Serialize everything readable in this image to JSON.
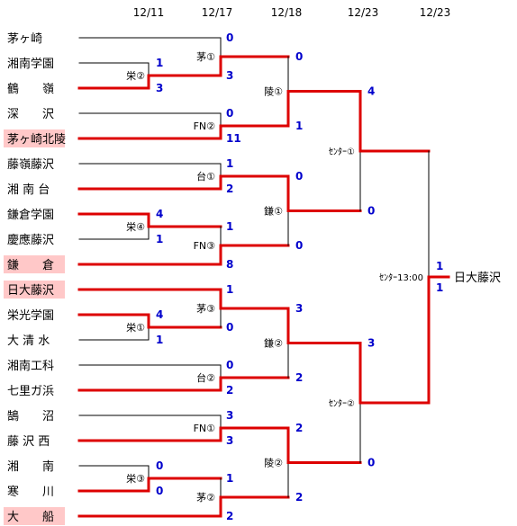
{
  "dates": [
    "12/11",
    "12/17",
    "12/18",
    "12/23",
    "12/23"
  ],
  "colors": {
    "win": "#dd0000",
    "lose": "#000000",
    "score": "#0000cc",
    "highlight": "#ffc8c8"
  },
  "teams": [
    {
      "name": "茅ヶ崎",
      "highlight": false
    },
    {
      "name": "湘南学園",
      "highlight": false
    },
    {
      "name": "鶴　　嶺",
      "highlight": false
    },
    {
      "name": "深　　沢",
      "highlight": false
    },
    {
      "name": "茅ヶ崎北陵",
      "highlight": true
    },
    {
      "name": "藤嶺藤沢",
      "highlight": false
    },
    {
      "name": "湘 南 台",
      "highlight": false
    },
    {
      "name": "鎌倉学園",
      "highlight": false
    },
    {
      "name": "慶應藤沢",
      "highlight": false
    },
    {
      "name": "鎌　　倉",
      "highlight": true
    },
    {
      "name": "日大藤沢",
      "highlight": true
    },
    {
      "name": "栄光学園",
      "highlight": false
    },
    {
      "name": "大 清 水",
      "highlight": false
    },
    {
      "name": "湘南工科",
      "highlight": false
    },
    {
      "name": "七里ガ浜",
      "highlight": false
    },
    {
      "name": "鵠　　沼",
      "highlight": false
    },
    {
      "name": "藤 沢 西",
      "highlight": false
    },
    {
      "name": "湘　　南",
      "highlight": false
    },
    {
      "name": "寒　　川",
      "highlight": false
    },
    {
      "name": "大　　船",
      "highlight": true
    }
  ],
  "r1": [
    {
      "venue": "栄②",
      "scores": [
        "1",
        "3"
      ],
      "winner": 1
    },
    {
      "venue": "栄④",
      "scores": [
        "4",
        "1"
      ],
      "winner": 0
    },
    {
      "venue": "栄①",
      "scores": [
        "4",
        "1"
      ],
      "winner": 0
    },
    {
      "venue": "栄③",
      "scores": [
        "0",
        "0"
      ],
      "winner": 1
    }
  ],
  "r2": [
    {
      "venue": "茅①",
      "scores": [
        "0",
        "3"
      ],
      "winner": 1
    },
    {
      "venue": "FN②",
      "scores": [
        "0",
        "11"
      ],
      "winner": 1
    },
    {
      "venue": "台①",
      "scores": [
        "1",
        "2"
      ],
      "winner": 1
    },
    {
      "venue": "FN③",
      "scores": [
        "1",
        "8"
      ],
      "winner": 1
    },
    {
      "venue": "茅③",
      "scores": [
        "1",
        "0"
      ],
      "winner": 0
    },
    {
      "venue": "台②",
      "scores": [
        "0",
        "2"
      ],
      "winner": 1
    },
    {
      "venue": "FN①",
      "scores": [
        "3",
        "3"
      ],
      "winner": 1
    },
    {
      "venue": "茅②",
      "scores": [
        "1",
        "2"
      ],
      "winner": 1
    }
  ],
  "r3": [
    {
      "venue": "陵①",
      "scores": [
        "0",
        "1"
      ],
      "winner": 1
    },
    {
      "venue": "鎌①",
      "scores": [
        "0",
        "0"
      ],
      "winner": 0
    },
    {
      "venue": "鎌②",
      "scores": [
        "3",
        "2"
      ],
      "winner": 0
    },
    {
      "venue": "陵②",
      "scores": [
        "2",
        "2"
      ],
      "winner": 0
    }
  ],
  "r4": [
    {
      "venue": "ｾﾝﾀｰ①",
      "scores": [
        "4",
        "0"
      ],
      "winner": 0
    },
    {
      "venue": "ｾﾝﾀｰ②",
      "scores": [
        "3",
        "0"
      ],
      "winner": 0
    }
  ],
  "final": {
    "venue": "ｾﾝﾀｰ13:00",
    "scores": [
      "1",
      "1"
    ],
    "winner": 1
  },
  "champion": "日大藤沢"
}
